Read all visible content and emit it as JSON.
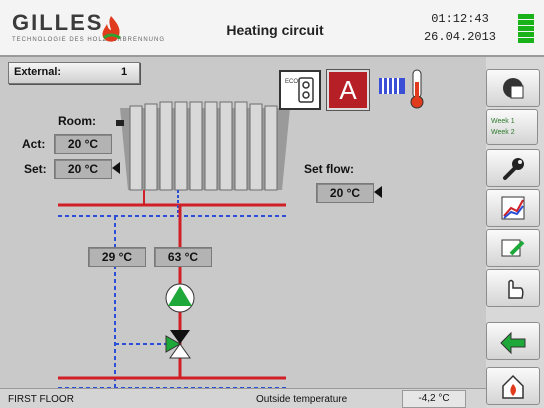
{
  "header": {
    "logo_text": "GILLES",
    "logo_sub": "TECHNOLOGIE DES HOLZVERBRENNUNG",
    "title": "Heating circuit",
    "time": "01:12:43",
    "date": "26.04.2013"
  },
  "external": {
    "label": "External:",
    "value": "1"
  },
  "room": {
    "label": "Room:",
    "act_label": "Act:",
    "act_value": "20 °C",
    "set_label": "Set:",
    "set_value": "20 °C"
  },
  "flow": {
    "label": "Set flow:",
    "value": "20 °C"
  },
  "mode": {
    "letter": "A",
    "eco_label": "ECO"
  },
  "sensors": {
    "return_temp": "29 °C",
    "flow_temp": "63 °C"
  },
  "sidebar": {
    "week1": "Week 1",
    "week2": "Week 2"
  },
  "bottom": {
    "floor": "FIRST FLOOR",
    "outside_label": "Outside temperature",
    "outside_value": "-4,2 °C"
  },
  "colors": {
    "pipe_supply": "#d11f26",
    "pipe_return": "#2b4fd6",
    "pump_green": "#1ea83a",
    "mode_red": "#b51f25"
  }
}
